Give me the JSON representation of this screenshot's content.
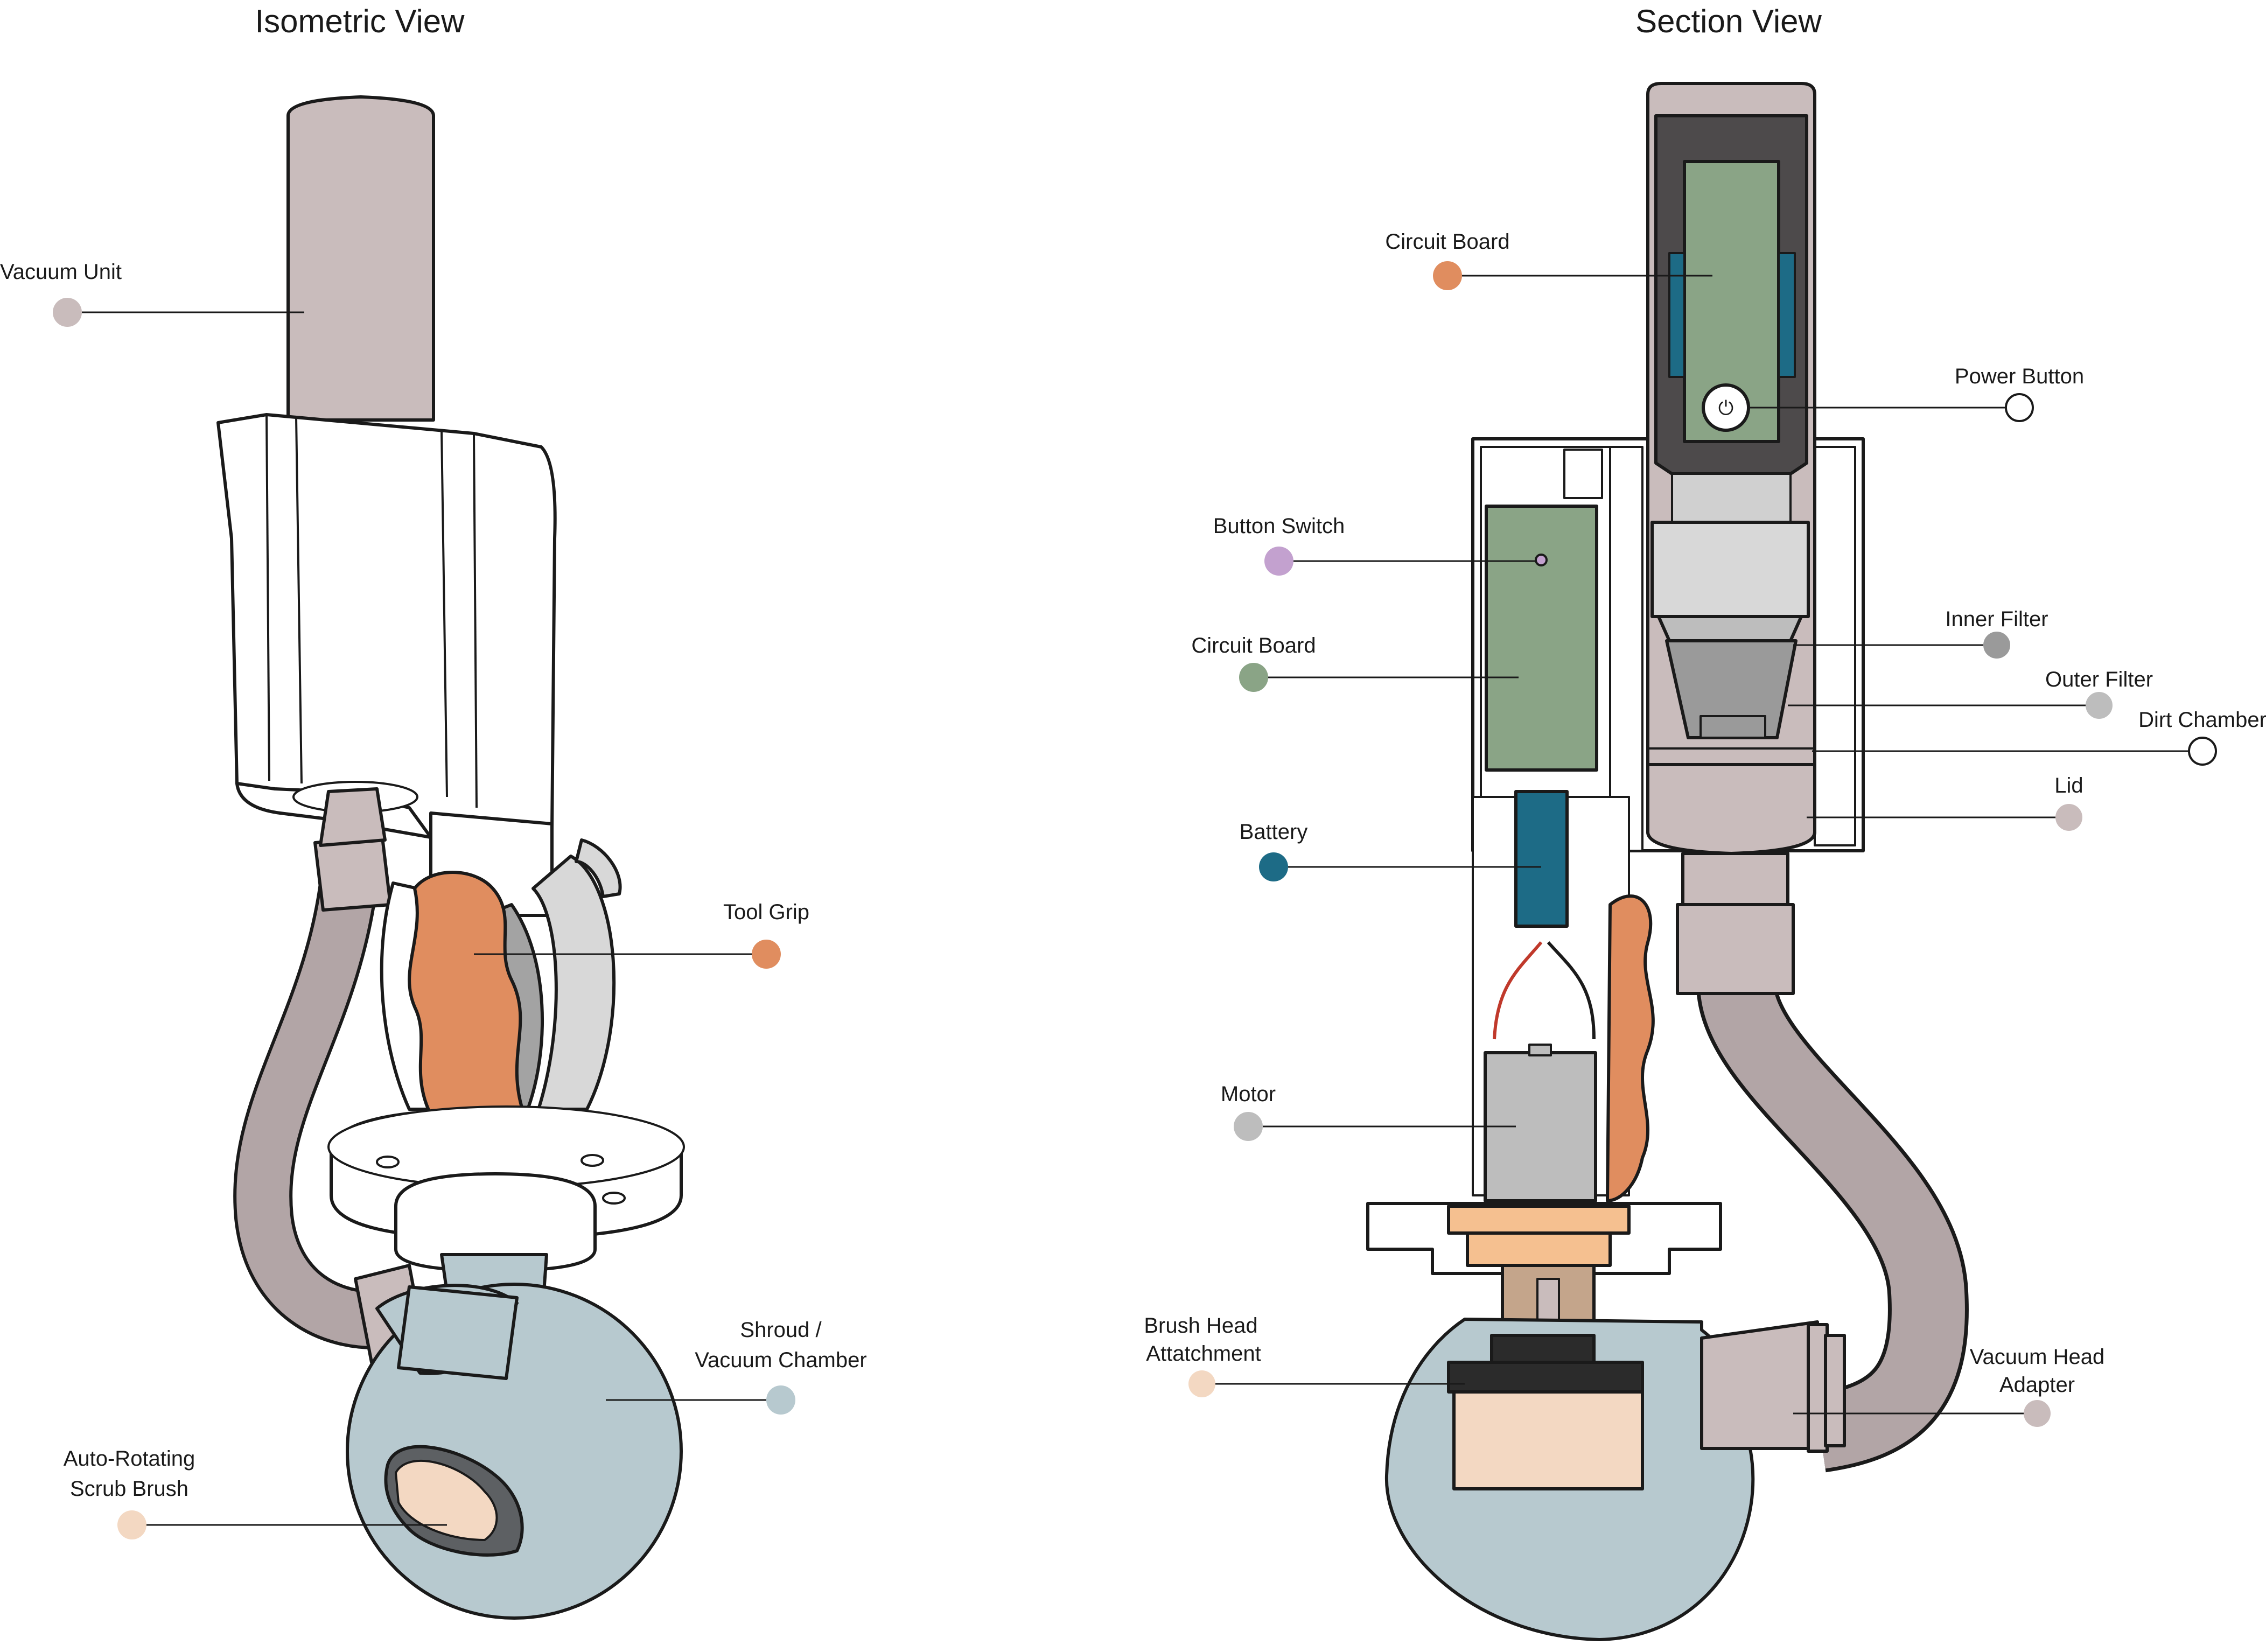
{
  "titles": {
    "isometric": "Isometric View",
    "section": "Section View"
  },
  "colors": {
    "vacuum_unit": "#c9bcbc",
    "tool_grip": "#e08d5f",
    "shroud": "#b7c9cf",
    "scrub_brush": "#f3d8c2",
    "circuit_board_orange": "#e08d5f",
    "circuit_board_green": "#8aa486",
    "button_switch": "#c3a1cf",
    "battery": "#1d6b86",
    "motor": "#bdbdbd",
    "inner_filter": "#9a9a9a",
    "outer_filter": "#bdbdbd",
    "lid": "#c9bcbc",
    "vacuum_head_adapter": "#c9bcbc",
    "hose": "#b2a5a6",
    "housing_dark": "#4d4a4b"
  },
  "isometric_labels": {
    "vacuum_unit": "Vacuum Unit",
    "tool_grip": "Tool Grip",
    "shroud_line1": "Shroud /",
    "shroud_line2": "Vacuum Chamber",
    "brush_line1": "Auto-Rotating",
    "brush_line2": "Scrub Brush"
  },
  "section_labels": {
    "circuit_board_top": "Circuit Board",
    "power_button": "Power Button",
    "button_switch": "Button Switch",
    "circuit_board": "Circuit Board",
    "inner_filter": "Inner Filter",
    "outer_filter": "Outer Filter",
    "dirt_chamber": "Dirt Chamber",
    "lid": "Lid",
    "battery": "Battery",
    "motor": "Motor",
    "brush_head_line1": "Brush Head",
    "brush_head_line2": "Attatchment",
    "adapter_line1": "Vacuum Head",
    "adapter_line2": "Adapter"
  }
}
